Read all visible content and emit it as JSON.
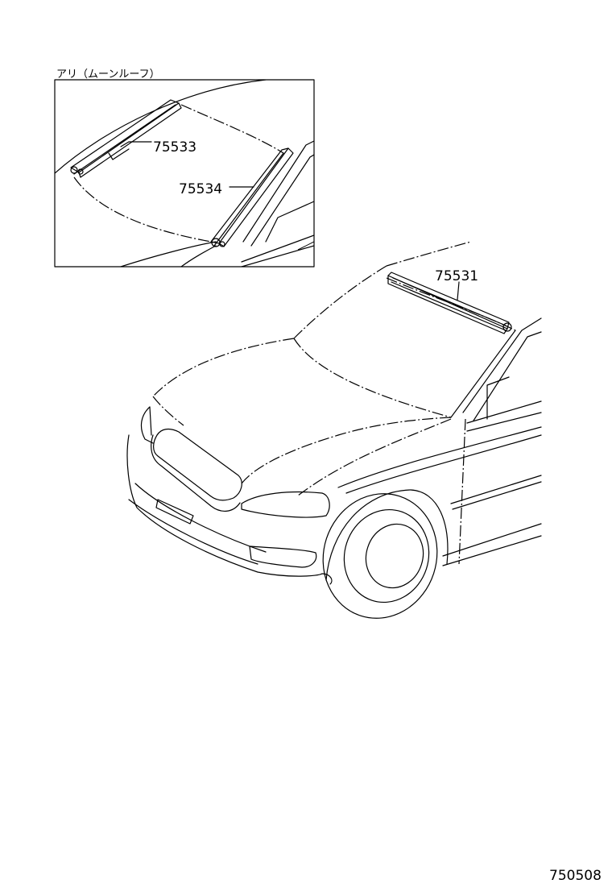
{
  "inset": {
    "caption": "アリ（ムーンルーフ）",
    "parts": [
      {
        "id": "75533"
      },
      {
        "id": "75534"
      }
    ]
  },
  "main": {
    "parts": [
      {
        "id": "75531"
      }
    ]
  },
  "figure_code": "750508"
}
